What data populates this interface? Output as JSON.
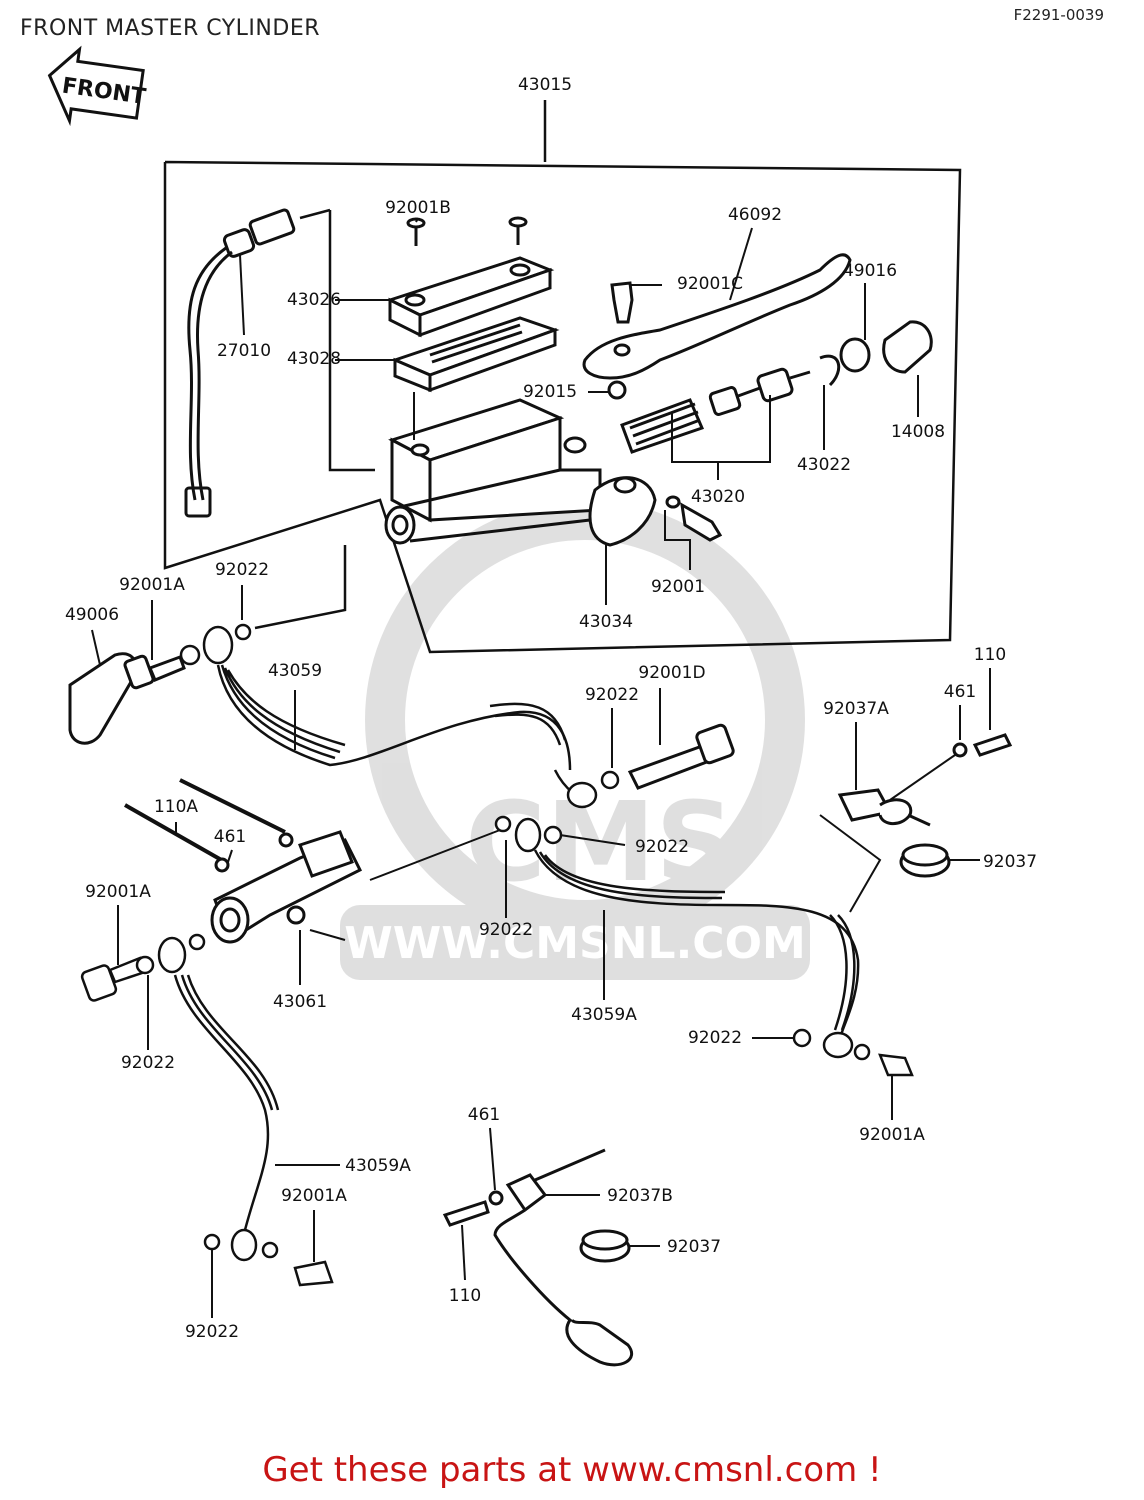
{
  "header": {
    "title": "FRONT MASTER CYLINDER",
    "diagram_code": "F2291-0039"
  },
  "front_arrow": {
    "label": "FRONT"
  },
  "watermark": {
    "text": "WWW.CMSNL.COM",
    "logo_text": "CMS"
  },
  "footer": {
    "text": "Get these parts at www.cmsnl.com !"
  },
  "callouts": [
    "43015",
    "92001B",
    "46092",
    "43026",
    "92001C",
    "49016",
    "27010",
    "43028",
    "92015",
    "14008",
    "43022",
    "43020",
    "92001",
    "43034",
    "92001A",
    "92022",
    "49006",
    "43059",
    "92001D",
    "92022",
    "110",
    "461",
    "92037A",
    "110A",
    "461",
    "92022",
    "92037",
    "92001A",
    "92022",
    "43061",
    "43059A",
    "92022",
    "92022",
    "92001A",
    "461",
    "43059A",
    "92001A",
    "92037B",
    "92037",
    "110",
    "92022"
  ]
}
